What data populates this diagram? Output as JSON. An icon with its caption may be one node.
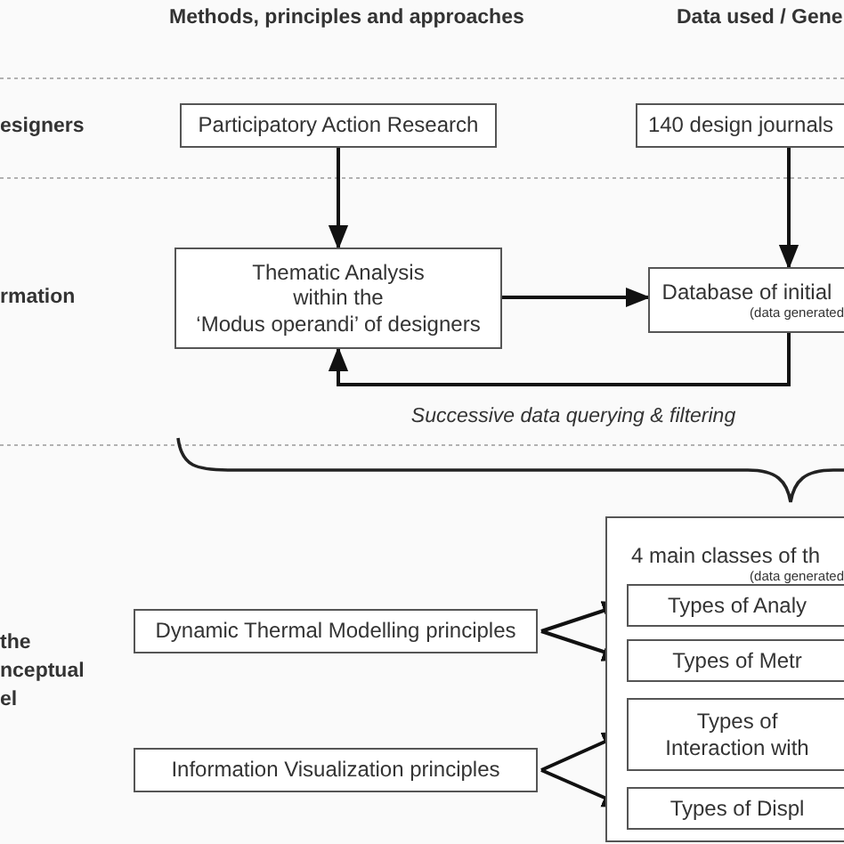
{
  "diagram": {
    "nodes": [
      {
        "text": [
          "Participatory Action Research"
        ]
      },
      {
        "text": [
          "140 design journals"
        ]
      },
      {
        "text": [
          "Thematic Analysis",
          "within the",
          "‘Modus operandi’ of designers"
        ]
      },
      {
        "text": [
          "Database of initial",
          "(data generated"
        ]
      },
      {
        "text": [
          "4 main classes of th",
          "(data generated"
        ]
      },
      {
        "text": [
          "Types of Analy"
        ],
        "in": 4
      },
      {
        "text": [
          "Types of Metr"
        ],
        "in": 4
      },
      {
        "text": [
          "Dynamic Thermal Modelling principles"
        ]
      },
      {
        "text": [
          "Types of",
          "Interaction with"
        ],
        "in": 4
      },
      {
        "text": [
          "Information Visualization principles"
        ]
      },
      {
        "text": [
          "Types of Displ"
        ],
        "in": 4
      }
    ],
    "edges": [
      {
        "from": 0,
        "to": 2,
        "arrow": "to"
      },
      {
        "from": 1,
        "to": 3,
        "arrow": "to"
      },
      {
        "from": 2,
        "to": 3,
        "arrow": "to"
      },
      {
        "from": 3,
        "to": 2,
        "arrow": "to",
        "label": "Successive data querying & filtering"
      },
      {
        "from": 7,
        "to": 5,
        "arrow": "to"
      },
      {
        "from": 7,
        "to": 6,
        "arrow": "to"
      },
      {
        "from": 9,
        "to": 8,
        "arrow": "to"
      },
      {
        "from": 9,
        "to": 10,
        "arrow": "to"
      }
    ],
    "labels": [
      "Methods, principles and approaches",
      "Data used / Gene",
      "esigners",
      "rmation",
      "the",
      "nceptual",
      "el"
    ]
  }
}
